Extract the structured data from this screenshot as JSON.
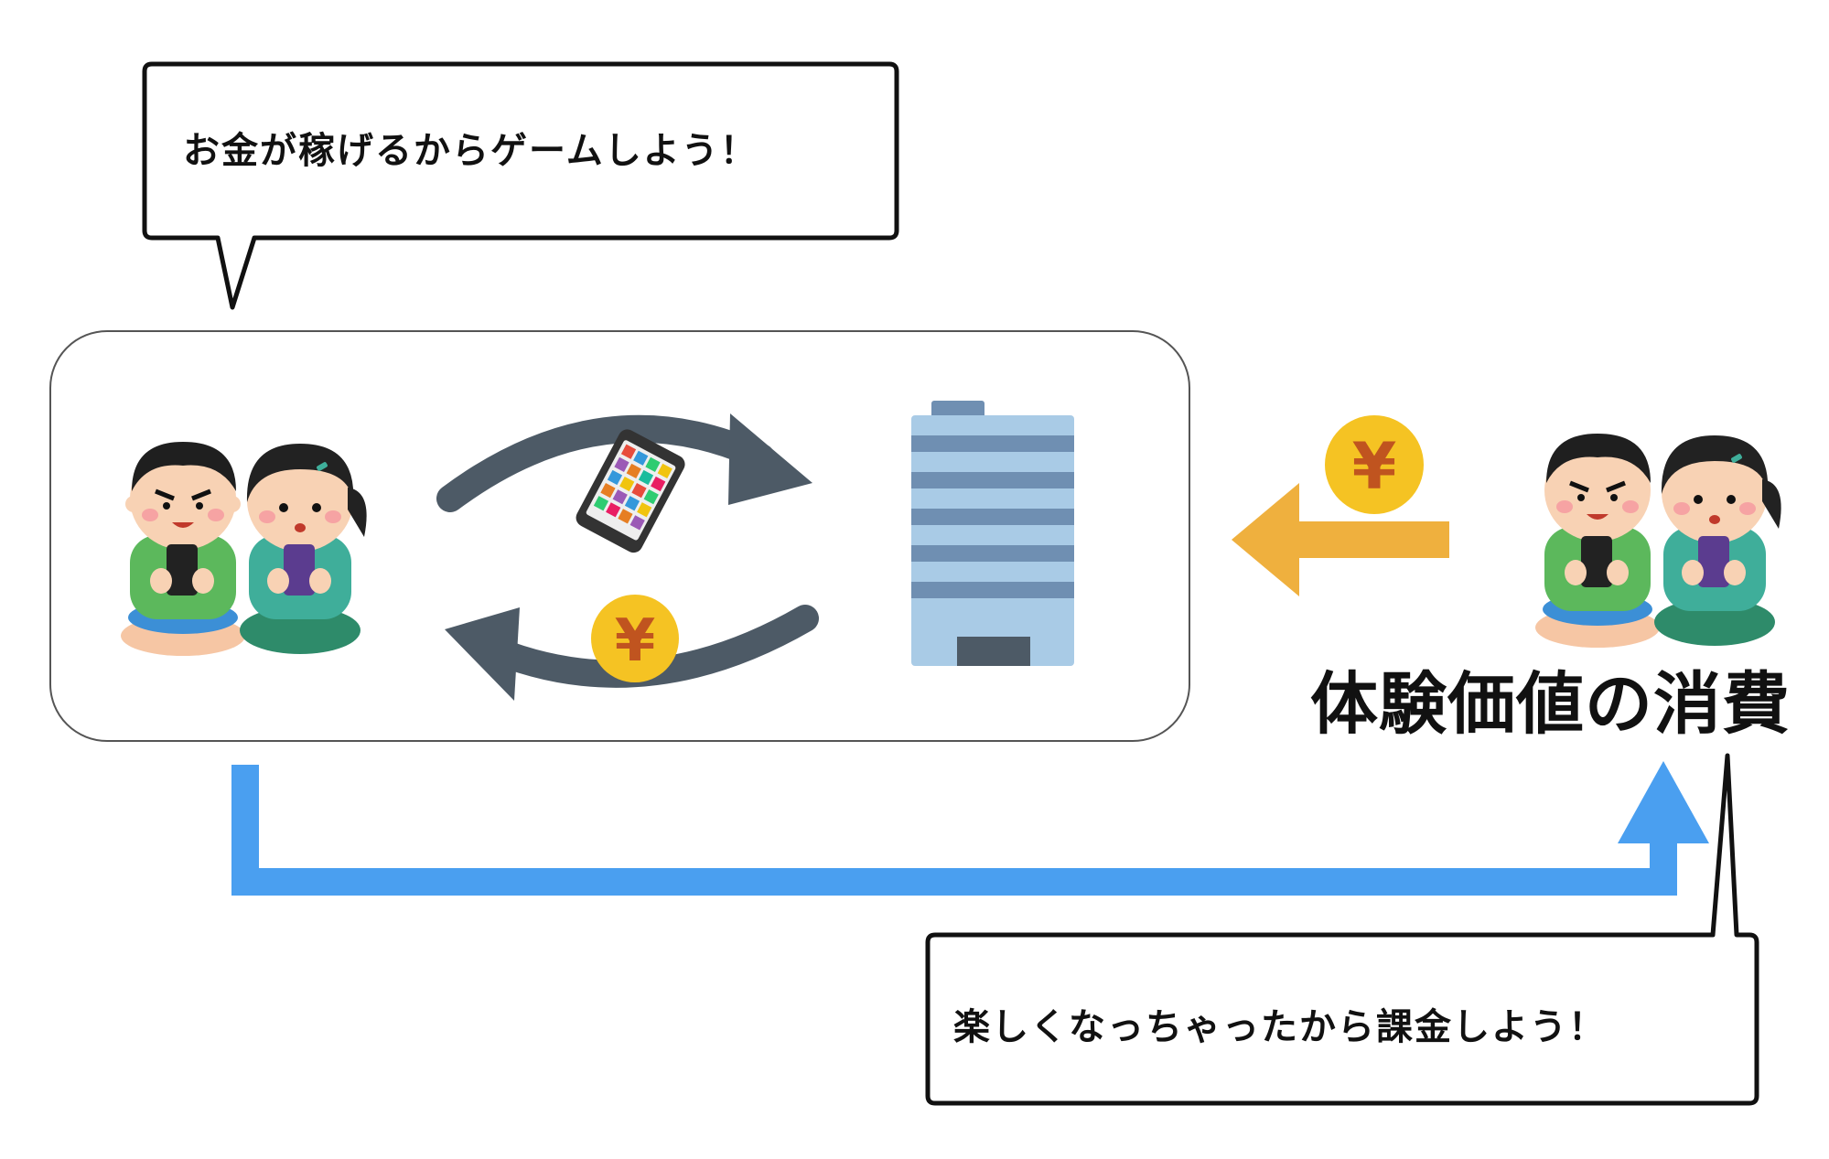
{
  "bubbles": {
    "top": "お金が稼げるからゲームしよう！",
    "bottom": "楽しくなっちゃったから課金しよう！"
  },
  "labels": {
    "consumption": "体験価値の消費"
  },
  "icons": {
    "yen_symbol": "¥"
  },
  "colors": {
    "bubble_border": "#111111",
    "cycle_arrow": "#4d5a66",
    "yen_arrow": "#efb03e",
    "coin": "#f5c323",
    "coin_symbol": "#c0541f",
    "flow_arrow": "#4a9ff0",
    "building_light": "#a9cbe6",
    "building_stripe": "#6f8fb2",
    "shirt_green": "#5cb85c",
    "phone_dark": "#222222"
  }
}
